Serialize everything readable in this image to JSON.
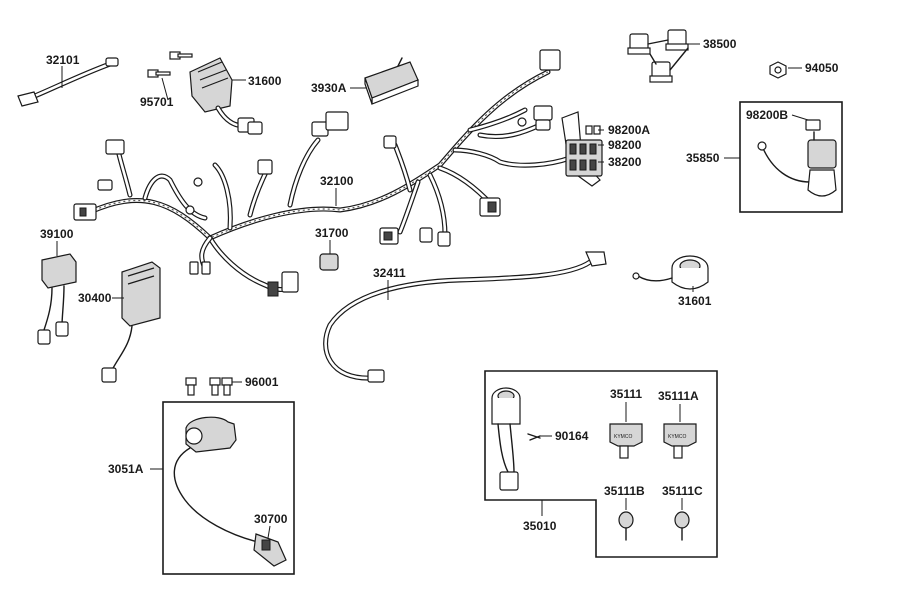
{
  "diagram": {
    "part_labels": {
      "p32101": "32101",
      "p95701": "95701",
      "p31600": "31600",
      "p3930A": "3930A",
      "p38500": "38500",
      "p94050": "94050",
      "p98200A": "98200A",
      "p98200": "98200",
      "p38200": "38200",
      "p98200B": "98200B",
      "p35850": "35850",
      "p32100": "32100",
      "p39100": "39100",
      "p31700": "31700",
      "p32411": "32411",
      "p31601": "31601",
      "p30400": "30400",
      "p96001": "96001",
      "p3051A": "3051A",
      "p30700": "30700",
      "p35111": "35111",
      "p35111A": "35111A",
      "p90164": "90164",
      "p35111B": "35111B",
      "p35111C": "35111C",
      "p35010": "35010"
    },
    "key_brand_text": "KYMCO"
  }
}
